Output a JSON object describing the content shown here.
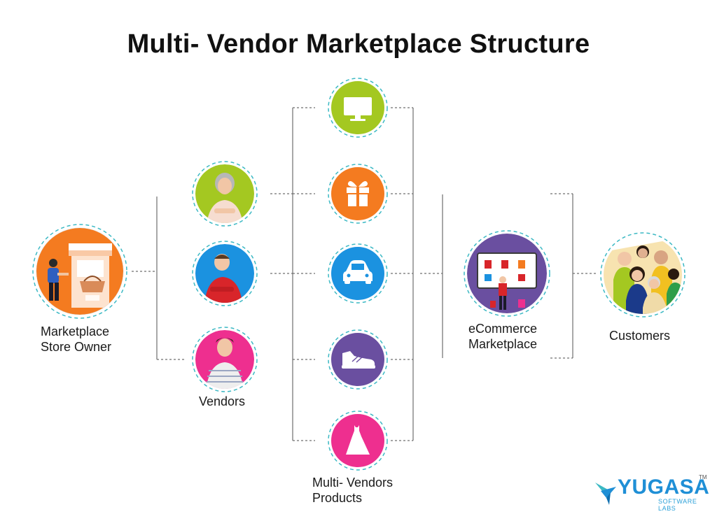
{
  "title": "Multi- Vendor Marketplace Structure",
  "nodes": {
    "owner": {
      "line1": "Marketplace",
      "line2": "Store Owner"
    },
    "vendors": {
      "label": "Vendors"
    },
    "products": {
      "line1": "Multi- Vendors",
      "line2": "Products"
    },
    "marketplace": {
      "line1": "eCommerce",
      "line2": "Marketplace"
    },
    "customers": {
      "label": "Customers"
    }
  },
  "product_icons": [
    "monitor-icon",
    "gift-icon",
    "car-icon",
    "sneaker-icon",
    "dress-icon"
  ],
  "vendor_icons": [
    "vendor-woman-icon",
    "vendor-man-red-icon",
    "vendor-man-striped-icon"
  ],
  "logo": {
    "name": "YUGASA",
    "sub": "SOFTWARE LABS",
    "tm": "TM"
  },
  "colors": {
    "green": "#a4c821",
    "orange": "#f47b20",
    "blue": "#1b92e0",
    "purple": "#6a4fa0",
    "pink": "#ee2f8f",
    "teal_ring": "#3cb9c4",
    "line": "#6f6f6f"
  }
}
